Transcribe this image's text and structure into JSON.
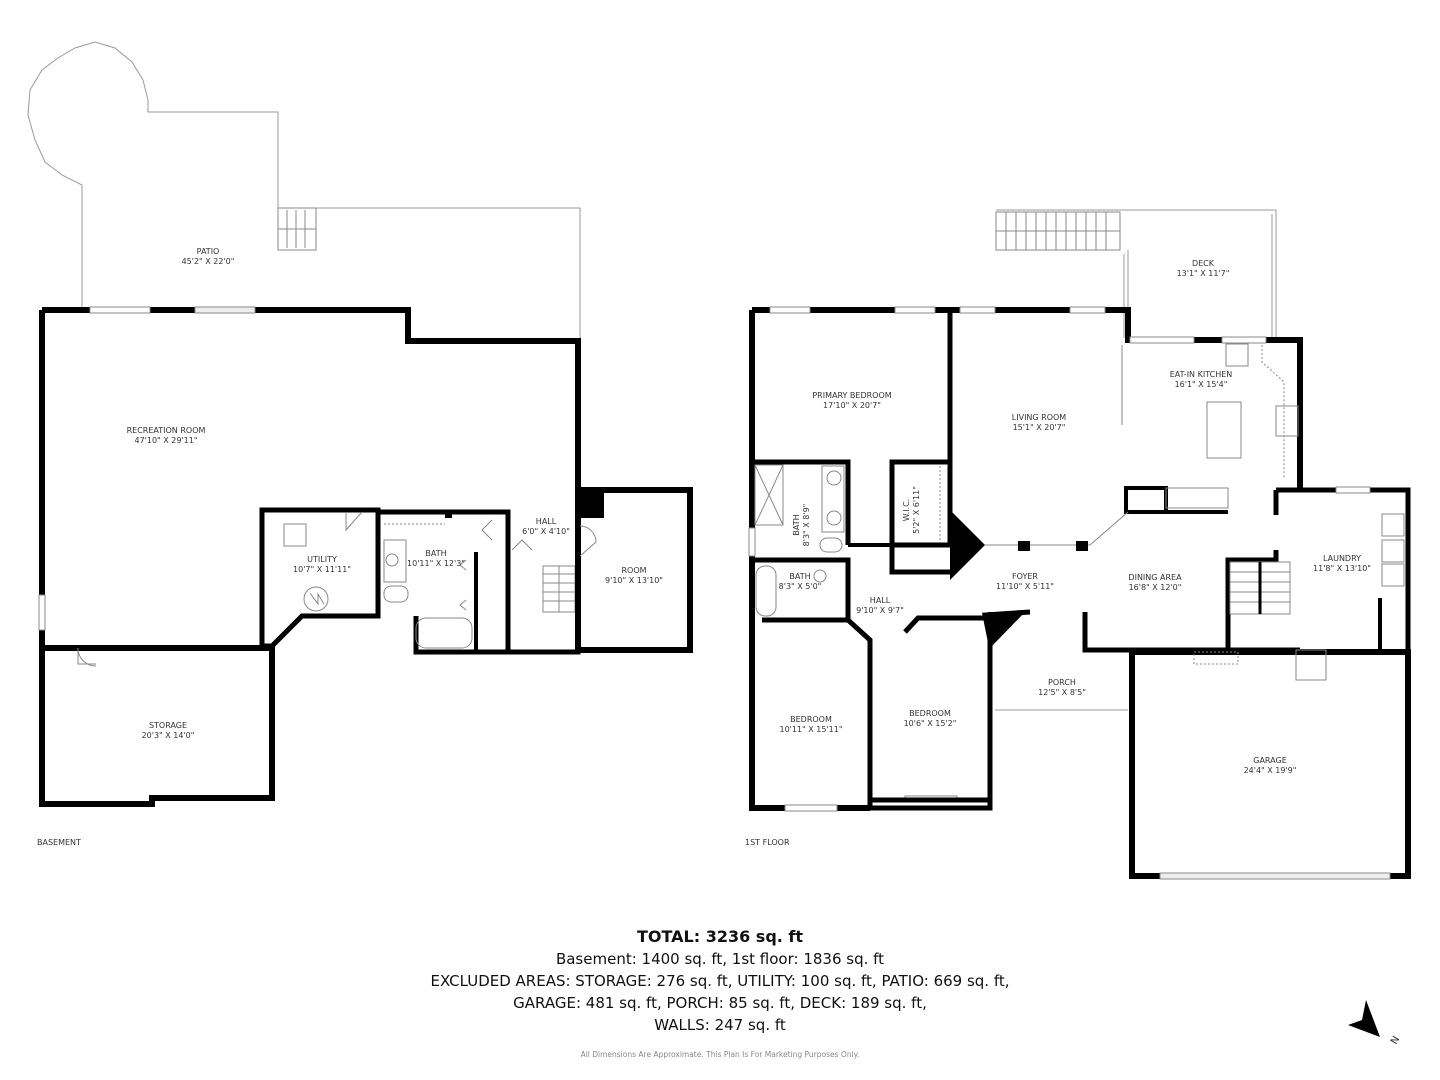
{
  "floors": [
    {
      "name": "BASEMENT",
      "rooms": [
        {
          "name": "PATIO",
          "dims": "45'2\" X 22'0\""
        },
        {
          "name": "RECREATION ROOM",
          "dims": "47'10\" X 29'11\""
        },
        {
          "name": "UTILITY",
          "dims": "10'7\" X 11'11\""
        },
        {
          "name": "BATH",
          "dims": "10'11\" X 12'3\""
        },
        {
          "name": "HALL",
          "dims": "6'0\" X 4'10\""
        },
        {
          "name": "ROOM",
          "dims": "9'10\" X 13'10\""
        },
        {
          "name": "STORAGE",
          "dims": "20'3\" X 14'0\""
        }
      ]
    },
    {
      "name": "1ST FLOOR",
      "rooms": [
        {
          "name": "DECK",
          "dims": "13'1\" X 11'7\""
        },
        {
          "name": "PRIMARY BEDROOM",
          "dims": "17'10\" X 20'7\""
        },
        {
          "name": "LIVING ROOM",
          "dims": "15'1\" X 20'7\""
        },
        {
          "name": "EAT-IN KITCHEN",
          "dims": "16'1\" X 15'4\""
        },
        {
          "name": "BATH",
          "dims": "8'3\" X 8'9\""
        },
        {
          "name": "W.I.C.",
          "dims": "5'2\" X 6'11\""
        },
        {
          "name": "BATH",
          "dims": "8'3\" X 5'0\""
        },
        {
          "name": "HALL",
          "dims": "9'10\" X 9'7\""
        },
        {
          "name": "FOYER",
          "dims": "11'10\" X 5'11\""
        },
        {
          "name": "DINING AREA",
          "dims": "16'8\" X 12'0\""
        },
        {
          "name": "LAUNDRY",
          "dims": "11'8\" X 13'10\""
        },
        {
          "name": "PORCH",
          "dims": "12'5\" X 8'5\""
        },
        {
          "name": "BEDROOM",
          "dims": "10'11\" X 15'11\""
        },
        {
          "name": "BEDROOM",
          "dims": "10'6\" X 15'2\""
        },
        {
          "name": "GARAGE",
          "dims": "24'4\" X 19'9\""
        }
      ]
    }
  ],
  "summary": {
    "total": "TOTAL: 3236 sq. ft",
    "floors_line": "Basement: 1400 sq. ft, 1st floor: 1836 sq. ft",
    "excluded_line1": "EXCLUDED AREAS: STORAGE: 276 sq. ft, UTILITY: 100 sq. ft, PATIO: 669 sq. ft,",
    "excluded_line2": "GARAGE: 481 sq. ft, PORCH: 85 sq. ft, DECK: 189 sq. ft,",
    "walls_line": "WALLS: 247 sq. ft",
    "disclaimer": "All Dimensions Are Approximate. This Plan Is For Marketing Purposes Only."
  },
  "compass": {
    "label": "N",
    "icon": "north-arrow-icon"
  },
  "colors": {
    "wall": "#000000",
    "outline": "#9a9a9a",
    "fixture": "#8a8a8a",
    "text": "#333333"
  }
}
